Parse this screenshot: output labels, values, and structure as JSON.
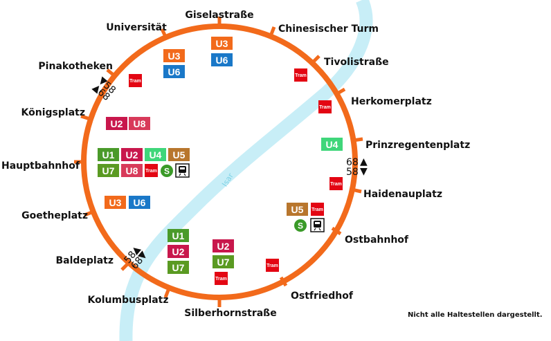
{
  "colors": {
    "ring": "#f26a1b",
    "river": "#c8eef7",
    "U1": "#4a9a2a",
    "U2": "#c8174c",
    "U3": "#f26a1b",
    "U4": "#3fd67a",
    "U5": "#b8762d",
    "U6": "#1a78c8",
    "U7": "#5a9a22",
    "U8": "#d83a5a",
    "tram": "#e30613",
    "sbahn": "#3a9a28"
  },
  "river": {
    "name": "Isar"
  },
  "stops": [
    {
      "id": "giselastrasse",
      "name": "Giselastraße"
    },
    {
      "id": "chinesischer-turm",
      "name": "Chinesischer Turm"
    },
    {
      "id": "tivolistrasse",
      "name": "Tivolistraße"
    },
    {
      "id": "herkomerplatz",
      "name": "Herkomerplatz"
    },
    {
      "id": "prinzregentenplatz",
      "name": "Prinzregentenplatz"
    },
    {
      "id": "haidenauplatz",
      "name": "Haidenauplatz"
    },
    {
      "id": "ostbahnhof",
      "name": "Ostbahnhof"
    },
    {
      "id": "ostfriedhof",
      "name": "Ostfriedhof"
    },
    {
      "id": "silberhornstrasse",
      "name": "Silberhornstraße"
    },
    {
      "id": "kolumbusplatz",
      "name": "Kolumbusplatz"
    },
    {
      "id": "baldeplatz",
      "name": "Baldeplatz"
    },
    {
      "id": "goetheplatz",
      "name": "Goetheplatz"
    },
    {
      "id": "hauptbahnhof",
      "name": "Hauptbahnhof"
    },
    {
      "id": "koenigsplatz",
      "name": "Königsplatz"
    },
    {
      "id": "pinakotheken",
      "name": "Pinakotheken"
    },
    {
      "id": "universitaet",
      "name": "Universität"
    }
  ],
  "lines": {
    "U1": "U1",
    "U2": "U2",
    "U3": "U3",
    "U4": "U4",
    "U5": "U5",
    "U6": "U6",
    "U7": "U7",
    "U8": "U8"
  },
  "tram_label": "Tram",
  "sbahn_label": "S",
  "bus_routes": {
    "pinakotheken": [
      "58",
      "68"
    ],
    "prinzregentenplatz": [
      "68",
      "58"
    ],
    "baldeplatz": [
      "58",
      "68"
    ]
  },
  "arrows": {
    "up": "▲",
    "down": "▼"
  },
  "note": "Nicht alle Haltestellen dargestellt."
}
